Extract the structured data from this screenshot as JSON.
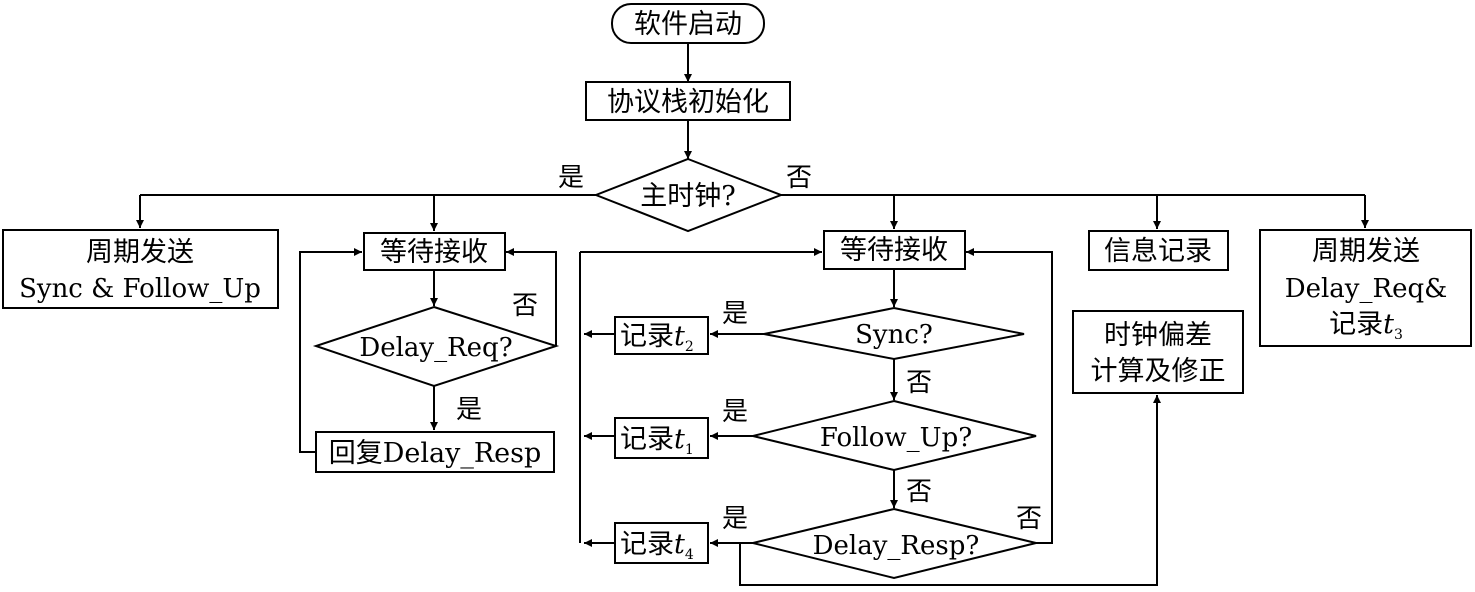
{
  "nodes": {
    "start": "软件启动",
    "init": "协议栈初始化",
    "master_q": "主时钟?",
    "periodic_sync": [
      "周期发送",
      "Sync & Follow_Up"
    ],
    "wait_master": "等待接收",
    "delay_req_q": "Delay_Req?",
    "reply_resp": "回复Delay_Resp",
    "wait_slave": "等待接收",
    "sync_q": "Sync?",
    "followup_q": "Follow_Up?",
    "delayresp_q": "Delay_Resp?",
    "rec_t2": {
      "text": "记录",
      "var": "t",
      "sub": "2"
    },
    "rec_t1": {
      "text": "记录",
      "var": "t",
      "sub": "1"
    },
    "rec_t4": {
      "text": "记录",
      "var": "t",
      "sub": "4"
    },
    "info_record": "信息记录",
    "clock_correct": [
      "时钟偏差",
      "计算及修正"
    ],
    "periodic_req": {
      "line1": "周期发送",
      "line2": "Delay_Req&",
      "line3_text": "记录",
      "line3_var": "t",
      "line3_sub": "3"
    }
  },
  "edges": {
    "yes": "是",
    "no": "否"
  }
}
